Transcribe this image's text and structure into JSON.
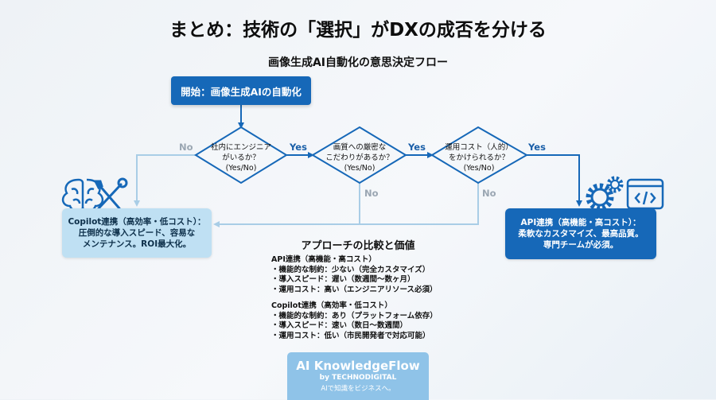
{
  "title": "まとめ：技術の「選択」がDXの成否を分ける",
  "flow_title": "画像生成AI自動化の意思決定フロー",
  "start": "開始：画像生成AIの自動化",
  "decision1": [
    "社内にエンジニア",
    "がいるか？",
    "(Yes/No)"
  ],
  "decision2": [
    "画質への厳密な",
    "こだわりがあるか？",
    "(Yes/No)"
  ],
  "decision3": [
    "運用コスト（人的）",
    "をかけられるか？",
    "(Yes/No)"
  ],
  "labels": {
    "yes": "Yes",
    "no": "No"
  },
  "copilot_result": [
    "Copilot連携（高効率・低コスト）：",
    "圧倒的な導入スピード、容易な",
    "メンテナンス。ROI最大化。"
  ],
  "api_result": [
    "API連携（高機能・高コスト）：",
    "柔軟なカスタマイズ、最高品質。",
    "専門チームが必須。"
  ],
  "comparison": {
    "title": "アプローチの比較と価値",
    "api": {
      "heading": "API連携（高機能・高コスト）",
      "items": [
        "・機能的な制約：少ない（完全カスタマイズ）",
        "・導入スピード：遅い（数週間〜数ヶ月）",
        "・運用コスト：高い（エンジニアリソース必須）"
      ]
    },
    "copilot": {
      "heading": "Copilot連携（高効率・低コスト）",
      "items": [
        "・機能的な制約：あり（プラットフォーム依存）",
        "・導入スピード：速い（数日〜数週間）",
        "・運用コスト：低い（市民開発者で対応可能）"
      ]
    }
  },
  "footer": {
    "brand": "AI KnowledgeFlow",
    "by": "by TECHNODIGITAL",
    "tagline": "AIで知識をビジネスへ。"
  },
  "icons": [
    "brain-icon",
    "tools-icon",
    "gear-icon",
    "code-window-icon"
  ],
  "colors": {
    "primary": "#1668b8",
    "light": "#bfe0f3",
    "no_line": "#a9cde6",
    "footer": "#8fc3e8"
  }
}
